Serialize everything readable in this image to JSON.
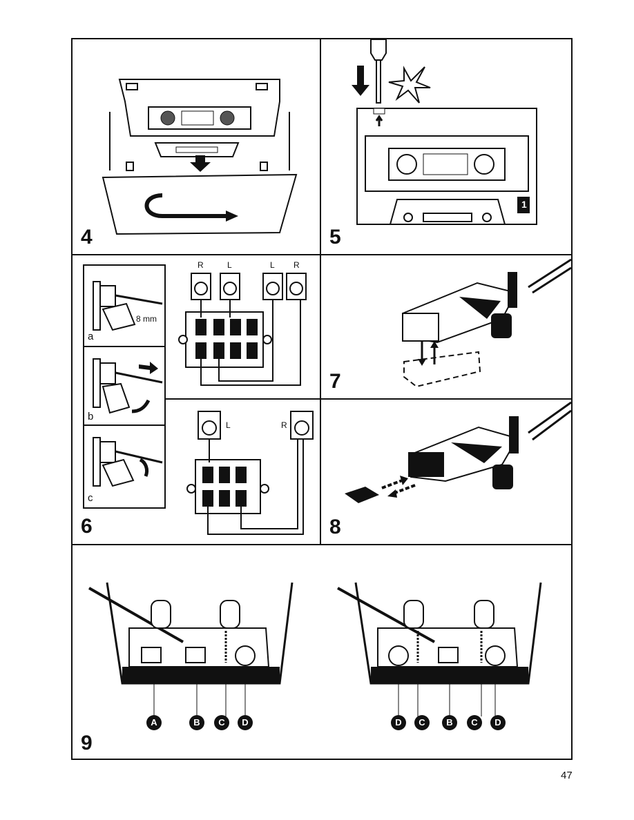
{
  "page_number": "47",
  "panels": {
    "p4": {
      "number": "4"
    },
    "p5": {
      "number": "5",
      "slot_label": "1"
    },
    "p6": {
      "number": "6",
      "steps": [
        "a",
        "b",
        "c"
      ],
      "strip_length": "8 mm",
      "speakers_top": [
        "R",
        "L",
        "L",
        "R"
      ],
      "speakers_bottom": [
        "L",
        "R"
      ]
    },
    "p7": {
      "number": "7"
    },
    "p8": {
      "number": "8"
    },
    "p9": {
      "number": "9",
      "left_labels": [
        "A",
        "B",
        "C",
        "D"
      ],
      "right_labels": [
        "D",
        "C",
        "B",
        "C",
        "D"
      ]
    }
  }
}
